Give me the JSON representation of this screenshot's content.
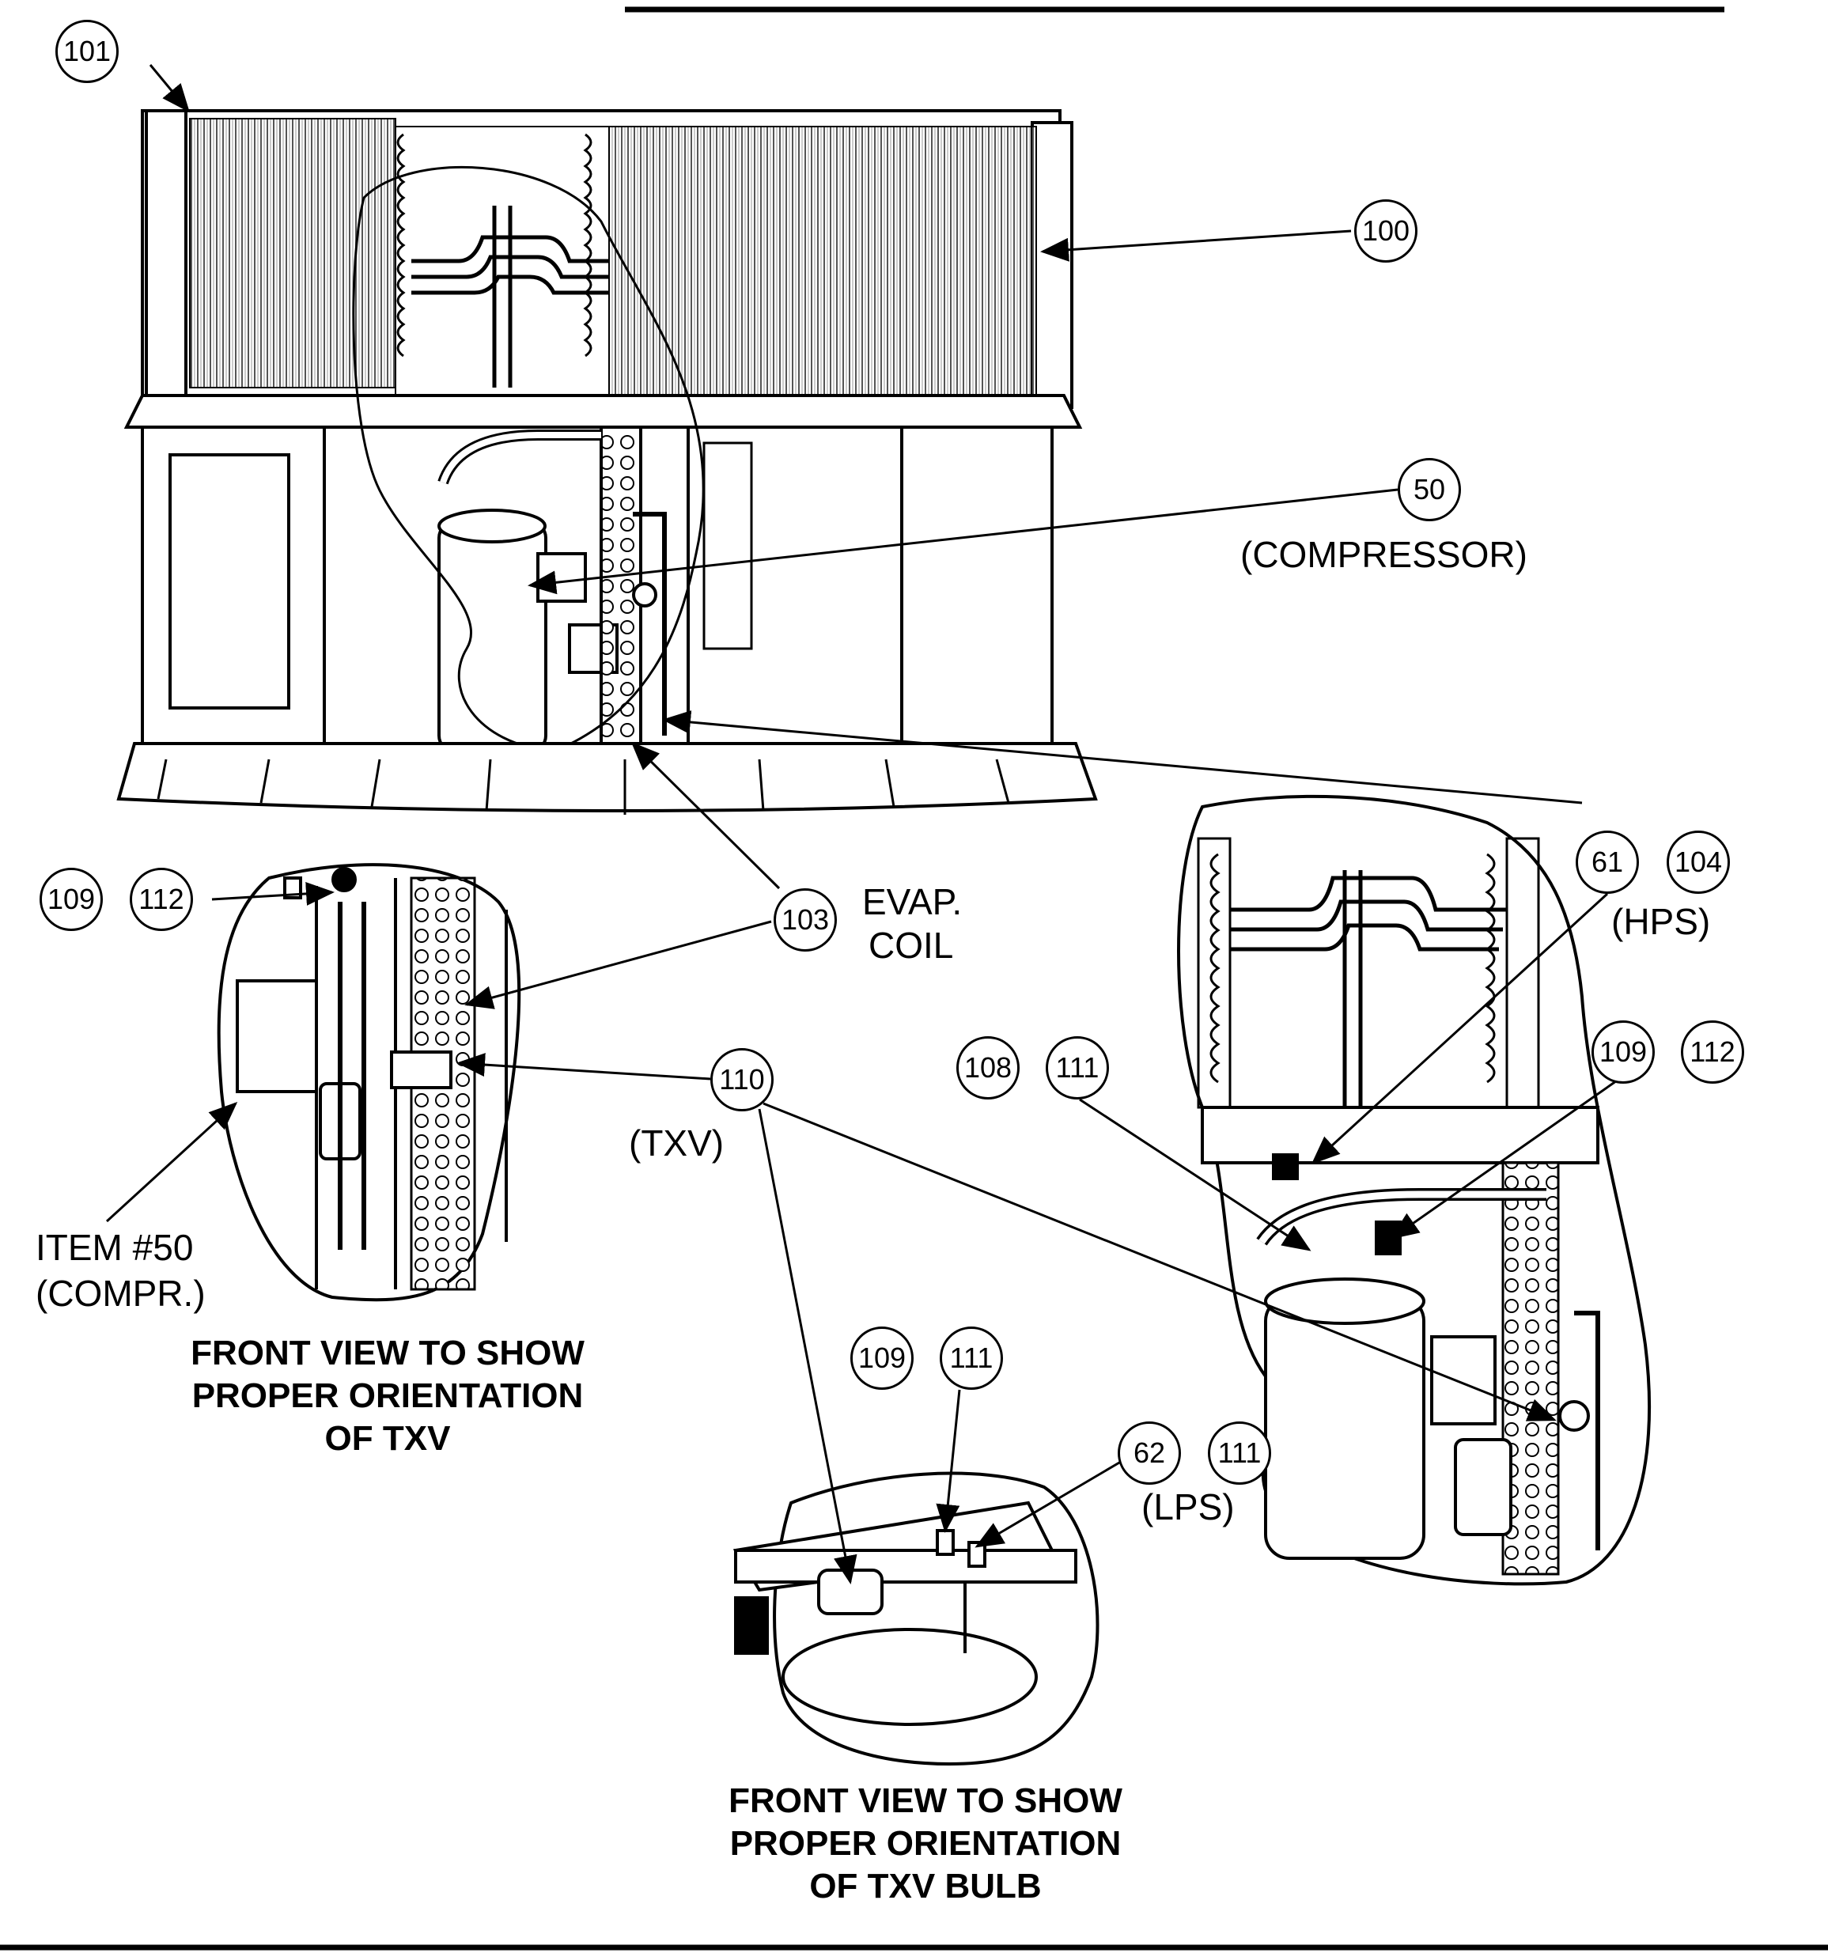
{
  "callouts": {
    "c101": "101",
    "c100": "100",
    "c50": "50",
    "c103": "103",
    "c109a": "109",
    "c112a": "112",
    "c110": "110",
    "c108": "108",
    "c111a": "111",
    "c61": "61",
    "c104": "104",
    "c109b": "109",
    "c112b": "112",
    "c109c": "109",
    "c111b": "111",
    "c62": "62",
    "c111c": "111"
  },
  "labels": {
    "compressor": "(COMPRESSOR)",
    "evap_line1": "EVAP.",
    "evap_line2": "COIL",
    "hps": "(HPS)",
    "txv": "(TXV)",
    "lps": "(LPS)",
    "item_line1": "ITEM #50",
    "item_line2": "(COMPR.)"
  },
  "captions": {
    "txv_view": {
      "line1": "FRONT VIEW TO SHOW",
      "line2": "PROPER ORIENTATION",
      "line3": "OF TXV"
    },
    "bulb_view": {
      "line1": "FRONT VIEW TO SHOW",
      "line2": "PROPER ORIENTATION",
      "line3": "OF TXV BULB"
    }
  }
}
